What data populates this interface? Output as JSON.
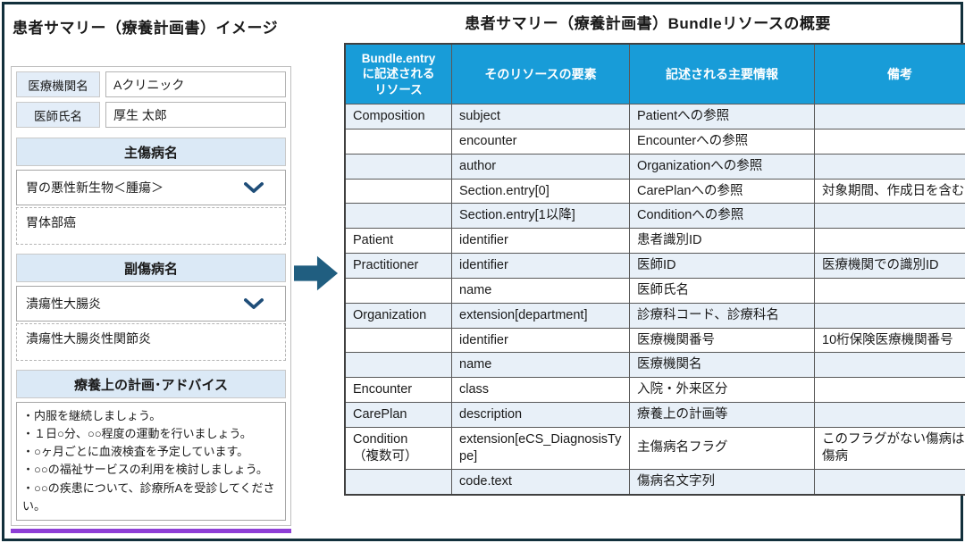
{
  "colors": {
    "frame_border": "#12303C",
    "table_header_bg": "#189CD8",
    "row_alt_bg": "#E8F0F8",
    "section_bar_bg": "#DBE9F6",
    "label_bg": "#E3EDF8",
    "arrow": "#205E80",
    "chevron": "#1F4E79",
    "purple_line": "#8E3FD6"
  },
  "left": {
    "title": "患者サマリー（療養計画書）イメージ",
    "fields": [
      {
        "label": "医療機関名",
        "value": "Aクリニック"
      },
      {
        "label": "医師氏名",
        "value": "厚生 太郎"
      }
    ],
    "sections": [
      {
        "title": "主傷病名",
        "select_value": "胃の悪性新生物＜腫瘍＞",
        "detail": "胃体部癌"
      },
      {
        "title": "副傷病名",
        "select_value": "潰瘍性大腸炎",
        "detail": "潰瘍性大腸炎性関節炎"
      }
    ],
    "advice": {
      "title": "療養上の計画･アドバイス",
      "lines": [
        "・内服を継続しましょう。",
        "・１日○分、○○程度の運動を行いましょう。",
        "・○ヶ月ごとに血液検査を予定しています。",
        "・○○の福祉サービスの利用を検討しましょう。",
        "・○○の疾患について、診療所Aを受診してください。"
      ]
    }
  },
  "right": {
    "title": "患者サマリー（療養計画書）Bundleリソースの概要",
    "table": {
      "headers": [
        "Bundle.entry\nに記述される\nリソース",
        "そのリソースの要素",
        "記述される主要情報",
        "備考"
      ],
      "rows": [
        {
          "resource": "Composition",
          "element": "subject",
          "info": "Patientへの参照",
          "remark": ""
        },
        {
          "resource": "",
          "element": "encounter",
          "info": "Encounterへの参照",
          "remark": ""
        },
        {
          "resource": "",
          "element": "author",
          "info": "Organizationへの参照",
          "remark": ""
        },
        {
          "resource": "",
          "element": "Section.entry[0]",
          "info": "CarePlanへの参照",
          "remark": "対象期間、作成日を含む。"
        },
        {
          "resource": "",
          "element": "Section.entry[1以降]",
          "info": "Conditionへの参照",
          "remark": ""
        },
        {
          "resource": "Patient",
          "element": "identifier",
          "info": "患者識別ID",
          "remark": ""
        },
        {
          "resource": "Practitioner",
          "element": "identifier",
          "info": "医師ID",
          "remark": "医療機関での識別ID"
        },
        {
          "resource": "",
          "element": "name",
          "info": "医師氏名",
          "remark": ""
        },
        {
          "resource": "Organization",
          "element": "extension[department]",
          "info": "診療科コード、診療科名",
          "remark": ""
        },
        {
          "resource": "",
          "element": "identifier",
          "info": "医療機関番号",
          "remark": "10桁保険医療機関番号"
        },
        {
          "resource": "",
          "element": "name",
          "info": "医療機関名",
          "remark": ""
        },
        {
          "resource": "Encounter",
          "element": "class",
          "info": "入院・外来区分",
          "remark": ""
        },
        {
          "resource": "CarePlan",
          "element": "description",
          "info": "療養上の計画等",
          "remark": ""
        },
        {
          "resource": "Condition\n（複数可）",
          "element": "extension[eCS_DiagnosisType]",
          "info": "主傷病名フラグ",
          "remark": "このフラグがない傷病は副傷病"
        },
        {
          "resource": "",
          "element": "code.text",
          "info": "傷病名文字列",
          "remark": ""
        }
      ]
    }
  }
}
